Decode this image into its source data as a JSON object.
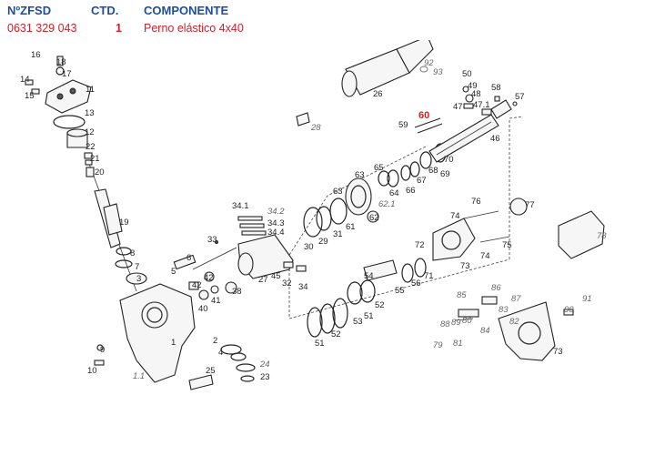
{
  "header": {
    "col_ref_label": "NºZFSD",
    "col_qty_label": "CTD.",
    "col_comp_label": "COMPONENTE",
    "ref_value": "0631 329 043",
    "qty_value": "1",
    "comp_value": "Perno elástico 4x40"
  },
  "highlight_label": "60",
  "colors": {
    "header_blue": "#1f4e99",
    "value_red": "#d0202a",
    "highlight_red": "#e01818"
  },
  "labels": {
    "l16": "16",
    "l18": "18",
    "l17": "17",
    "l14": "14",
    "l15": "15",
    "l11": "11",
    "l13": "13",
    "l12": "12",
    "l22": "22",
    "l21": "21",
    "l20": "20",
    "l19": "19",
    "l8": "8",
    "l7": "7",
    "l6": "6",
    "l5": "5",
    "l3": "3",
    "l1": "1",
    "l9": "9",
    "l10": "10",
    "l4": "4",
    "l2": "2",
    "l25": "25",
    "l23": "23",
    "l24": "24",
    "l1i": "1.1",
    "l26": "26",
    "l92": "92",
    "l93": "93",
    "l28": "28",
    "l50": "50",
    "l49": "49",
    "l48": "48",
    "l47": "47",
    "l471": "47.1",
    "l58": "58",
    "l57": "57",
    "l46": "46",
    "l59": "59",
    "l70": "70",
    "l68": "68",
    "l69": "69",
    "l65": "65",
    "l63": "63",
    "l64": "64",
    "l66": "66",
    "l67": "67",
    "l621": "62.1",
    "l62": "62",
    "l63b": "63",
    "l61": "61",
    "l341": "34.1",
    "l342": "34.2",
    "l343": "34.3",
    "l344": "34.4",
    "l33": "33",
    "l30": "30",
    "l29": "29",
    "l31": "31",
    "l27": "27",
    "l45": "45",
    "l32": "32",
    "l34": "34",
    "l42": "42",
    "l38": "38",
    "l41": "41",
    "l40": "40",
    "l42b": "42",
    "l76": "76",
    "l77": "77",
    "l74": "74",
    "l72": "72",
    "l75": "75",
    "l74b": "74",
    "l73": "73",
    "l78": "78",
    "l54": "54",
    "l55": "55",
    "l56": "56",
    "l71": "71",
    "l52": "52",
    "l51": "51",
    "l53": "53",
    "l52b": "52",
    "l51b": "51",
    "l85": "85",
    "l86": "86",
    "l87": "87",
    "l88": "88",
    "l89": "89",
    "l80": "80",
    "l83": "83",
    "l84": "84",
    "l79": "79",
    "l81": "81",
    "l82": "82",
    "l90": "90",
    "l91": "91",
    "l73b": "73"
  }
}
